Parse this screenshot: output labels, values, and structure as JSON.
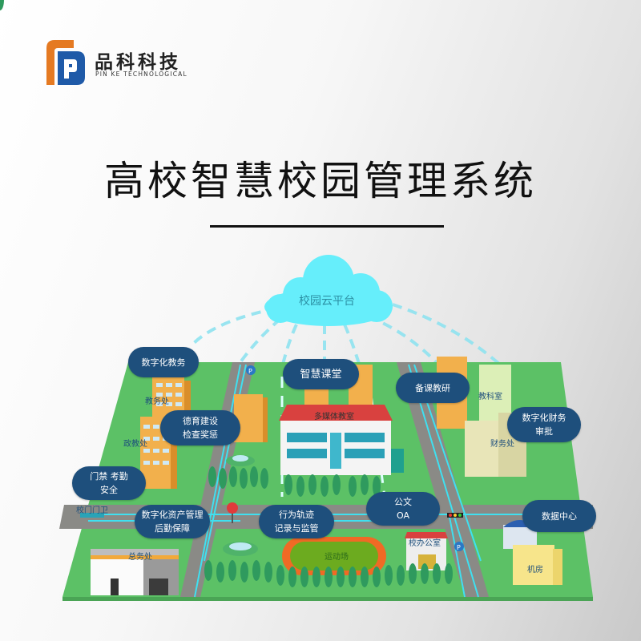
{
  "brand": {
    "name": "品科科技",
    "subtitle": "PIN KE TECHNOLOGICAL",
    "colors": {
      "orange": "#e57a22",
      "blue": "#1f5aa8"
    }
  },
  "header": {
    "title": "高校智慧校园管理系统"
  },
  "diagram": {
    "cloud": {
      "label": "校园云平台",
      "color": "#66eefb"
    },
    "bubble_color": "#1e4f7c",
    "bubbles": [
      {
        "id": "academic",
        "lines": [
          "数字化教务"
        ]
      },
      {
        "id": "moral",
        "lines": [
          "德育建设",
          "检查奖惩"
        ]
      },
      {
        "id": "smart-class",
        "lines": [
          "智慧课堂"
        ]
      },
      {
        "id": "lesson-prep",
        "lines": [
          "备课教研"
        ]
      },
      {
        "id": "finance",
        "lines": [
          "数字化财务",
          "审批"
        ]
      },
      {
        "id": "access",
        "lines": [
          "门禁 考勤",
          "安全"
        ]
      },
      {
        "id": "assets",
        "lines": [
          "数字化资产管理",
          "后勤保障"
        ]
      },
      {
        "id": "behavior",
        "lines": [
          "行为轨迹",
          "记录与监管"
        ]
      },
      {
        "id": "oa",
        "lines": [
          "公文",
          "OA"
        ]
      },
      {
        "id": "datacenter",
        "lines": [
          "数据中心"
        ]
      }
    ],
    "building_labels": {
      "academic_office": "教务处",
      "political_office": "政教处",
      "gate": "校门门卫",
      "general_affairs": "总务处",
      "multimedia": "多媒体教室",
      "teaching_research": "教科室",
      "finance_office": "财务处",
      "principal_office": "校办公室",
      "sports_field": "运动场",
      "server_room": "机房"
    }
  }
}
